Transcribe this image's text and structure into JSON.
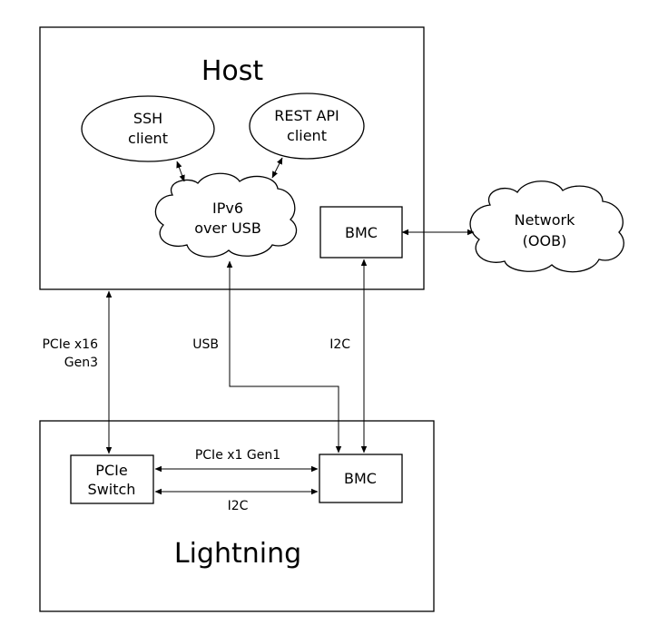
{
  "host": {
    "title": "Host",
    "ssh_client": [
      "SSH",
      "client"
    ],
    "rest_api_client": [
      "REST API",
      "client"
    ],
    "ipv6_over_usb": [
      "IPv6",
      "over USB"
    ],
    "bmc": "BMC"
  },
  "network": [
    "Network",
    "(OOB)"
  ],
  "lightning": {
    "title": "Lightning",
    "pcie_switch": [
      "PCIe",
      "Switch"
    ],
    "bmc": "BMC"
  },
  "links": {
    "pcie_x16": [
      "PCIe x16",
      "Gen3"
    ],
    "usb": "USB",
    "i2c_host_bmc": "I2C",
    "pcie_x1": "PCIe x1 Gen1",
    "i2c_switch_bmc": "I2C"
  }
}
